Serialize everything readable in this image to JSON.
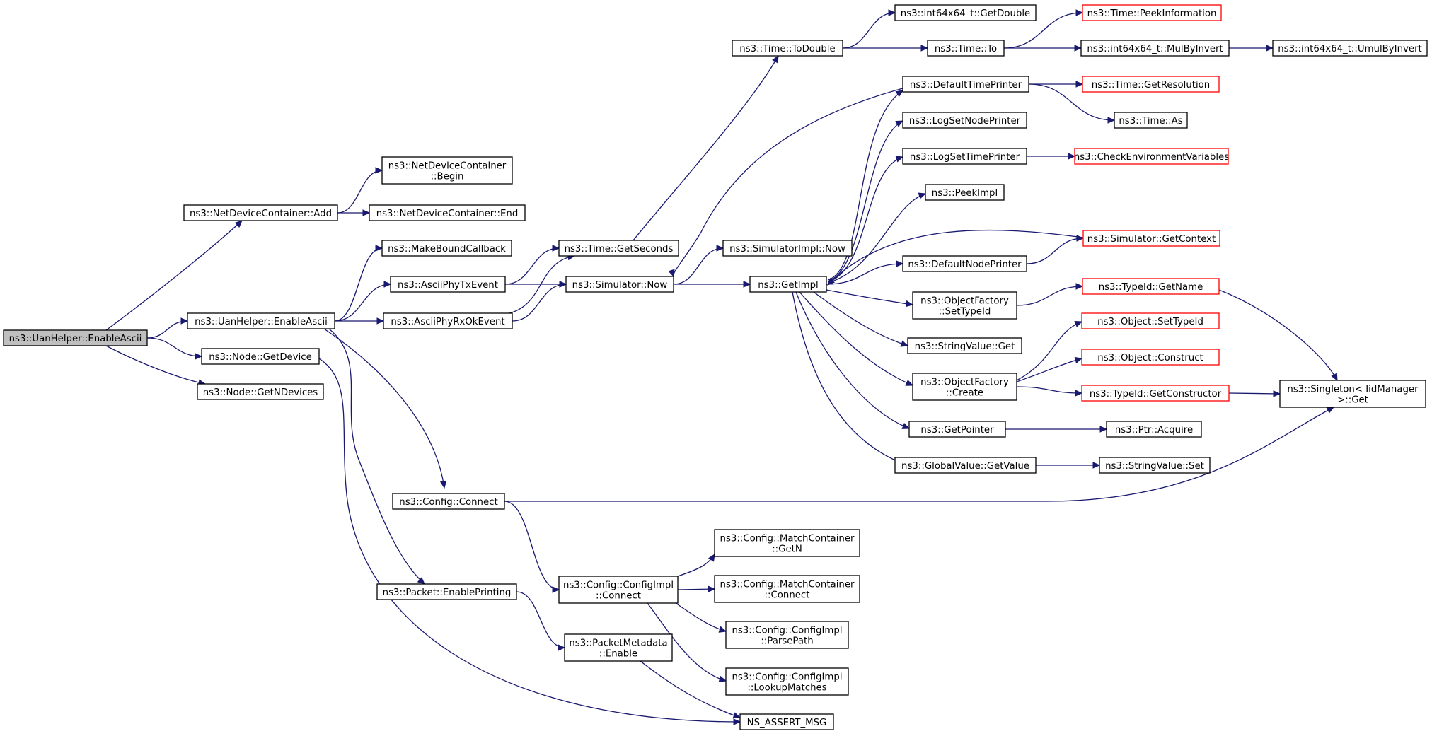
{
  "diagram": {
    "colors": {
      "edge": "#191970",
      "truncated_border": "#ff0000",
      "root_fill": "#bfbfbf",
      "node_border": "#000000"
    },
    "nodes": [
      {
        "id": "uanEnableAsciiRoot",
        "lines": [
          "ns3::UanHelper::EnableAscii"
        ],
        "root": true
      },
      {
        "id": "ndcAdd",
        "lines": [
          "ns3::NetDeviceContainer::Add"
        ]
      },
      {
        "id": "ndcBegin",
        "lines": [
          "ns3::NetDeviceContainer",
          "::Begin"
        ]
      },
      {
        "id": "ndcEnd",
        "lines": [
          "ns3::NetDeviceContainer::End"
        ]
      },
      {
        "id": "uanEnableAscii",
        "lines": [
          "ns3::UanHelper::EnableAscii"
        ]
      },
      {
        "id": "makeBound",
        "lines": [
          "ns3::MakeBoundCallback"
        ]
      },
      {
        "id": "asciiTx",
        "lines": [
          "ns3::AsciiPhyTxEvent"
        ]
      },
      {
        "id": "asciiRx",
        "lines": [
          "ns3::AsciiPhyRxOkEvent"
        ]
      },
      {
        "id": "getSeconds",
        "lines": [
          "ns3::Time::GetSeconds"
        ]
      },
      {
        "id": "simNow",
        "lines": [
          "ns3::Simulator::Now"
        ]
      },
      {
        "id": "toDouble",
        "lines": [
          "ns3::Time::ToDouble"
        ]
      },
      {
        "id": "getDouble",
        "lines": [
          "ns3::int64x64_t::GetDouble"
        ]
      },
      {
        "id": "timeTo",
        "lines": [
          "ns3::Time::To"
        ]
      },
      {
        "id": "peekInfo",
        "lines": [
          "ns3::Time::PeekInformation"
        ],
        "truncated": true
      },
      {
        "id": "mulByInvert",
        "lines": [
          "ns3::int64x64_t::MulByInvert"
        ]
      },
      {
        "id": "umulByInvert",
        "lines": [
          "ns3::int64x64_t::UmulByInvert"
        ]
      },
      {
        "id": "simImplNow",
        "lines": [
          "ns3::SimulatorImpl::Now"
        ]
      },
      {
        "id": "getImpl",
        "lines": [
          "ns3::GetImpl"
        ]
      },
      {
        "id": "defTimePrinter",
        "lines": [
          "ns3::DefaultTimePrinter"
        ]
      },
      {
        "id": "getResolution",
        "lines": [
          "ns3::Time::GetResolution"
        ],
        "truncated": true
      },
      {
        "id": "timeAs",
        "lines": [
          "ns3::Time::As"
        ]
      },
      {
        "id": "logNodePrinter",
        "lines": [
          "ns3::LogSetNodePrinter"
        ]
      },
      {
        "id": "logTimePrinter",
        "lines": [
          "ns3::LogSetTimePrinter"
        ]
      },
      {
        "id": "checkEnv",
        "lines": [
          "ns3::CheckEnvironmentVariables"
        ],
        "truncated": true
      },
      {
        "id": "peekImpl",
        "lines": [
          "ns3::PeekImpl"
        ]
      },
      {
        "id": "getContext",
        "lines": [
          "ns3::Simulator::GetContext"
        ],
        "truncated": true
      },
      {
        "id": "defNodePrinter",
        "lines": [
          "ns3::DefaultNodePrinter"
        ]
      },
      {
        "id": "ofSetTypeId",
        "lines": [
          "ns3::ObjectFactory",
          "::SetTypeId"
        ]
      },
      {
        "id": "typeIdGetName",
        "lines": [
          "ns3::TypeId::GetName"
        ],
        "truncated": true
      },
      {
        "id": "strValGet",
        "lines": [
          "ns3::StringValue::Get"
        ]
      },
      {
        "id": "objSetTypeId",
        "lines": [
          "ns3::Object::SetTypeId"
        ],
        "truncated": true
      },
      {
        "id": "objConstruct",
        "lines": [
          "ns3::Object::Construct"
        ],
        "truncated": true
      },
      {
        "id": "ofCreate",
        "lines": [
          "ns3::ObjectFactory",
          "::Create"
        ]
      },
      {
        "id": "getConstructor",
        "lines": [
          "ns3::TypeId::GetConstructor"
        ],
        "truncated": true
      },
      {
        "id": "singletonGet",
        "lines": [
          "ns3::Singleton< IidManager",
          " >::Get"
        ]
      },
      {
        "id": "getPointer",
        "lines": [
          "ns3::GetPointer"
        ]
      },
      {
        "id": "ptrAcquire",
        "lines": [
          "ns3::Ptr::Acquire"
        ]
      },
      {
        "id": "gvGetValue",
        "lines": [
          "ns3::GlobalValue::GetValue"
        ]
      },
      {
        "id": "strValSet",
        "lines": [
          "ns3::StringValue::Set"
        ]
      },
      {
        "id": "nodeGetDevice",
        "lines": [
          "ns3::Node::GetDevice"
        ]
      },
      {
        "id": "nodeGetN",
        "lines": [
          "ns3::Node::GetNDevices"
        ]
      },
      {
        "id": "configConnect",
        "lines": [
          "ns3::Config::Connect"
        ]
      },
      {
        "id": "cfgImplConnect",
        "lines": [
          "ns3::Config::ConfigImpl",
          "::Connect"
        ]
      },
      {
        "id": "mcGetN",
        "lines": [
          "ns3::Config::MatchContainer",
          "::GetN"
        ]
      },
      {
        "id": "mcConnect",
        "lines": [
          "ns3::Config::MatchContainer",
          "::Connect"
        ]
      },
      {
        "id": "parsePath",
        "lines": [
          "ns3::Config::ConfigImpl",
          "::ParsePath"
        ]
      },
      {
        "id": "lookupMatches",
        "lines": [
          "ns3::Config::ConfigImpl",
          "::LookupMatches"
        ]
      },
      {
        "id": "pktEnablePrint",
        "lines": [
          "ns3::Packet::EnablePrinting"
        ]
      },
      {
        "id": "pmEnable",
        "lines": [
          "ns3::PacketMetadata",
          "::Enable"
        ]
      },
      {
        "id": "nsAssert",
        "lines": [
          "NS_ASSERT_MSG"
        ]
      }
    ],
    "edges": [
      [
        "uanEnableAsciiRoot",
        "ndcAdd"
      ],
      [
        "uanEnableAsciiRoot",
        "uanEnableAscii"
      ],
      [
        "uanEnableAsciiRoot",
        "nodeGetDevice"
      ],
      [
        "uanEnableAsciiRoot",
        "nodeGetN"
      ],
      [
        "ndcAdd",
        "ndcBegin"
      ],
      [
        "ndcAdd",
        "ndcEnd"
      ],
      [
        "uanEnableAscii",
        "makeBound"
      ],
      [
        "uanEnableAscii",
        "asciiTx"
      ],
      [
        "uanEnableAscii",
        "asciiRx"
      ],
      [
        "uanEnableAscii",
        "configConnect"
      ],
      [
        "uanEnableAscii",
        "pktEnablePrint"
      ],
      [
        "asciiTx",
        "getSeconds"
      ],
      [
        "asciiTx",
        "simNow"
      ],
      [
        "asciiRx",
        "getSeconds"
      ],
      [
        "asciiRx",
        "simNow"
      ],
      [
        "getSeconds",
        "toDouble"
      ],
      [
        "toDouble",
        "getDouble"
      ],
      [
        "toDouble",
        "timeTo"
      ],
      [
        "timeTo",
        "peekInfo"
      ],
      [
        "timeTo",
        "mulByInvert"
      ],
      [
        "mulByInvert",
        "umulByInvert"
      ],
      [
        "simNow",
        "simImplNow"
      ],
      [
        "simNow",
        "getImpl"
      ],
      [
        "defTimePrinter",
        "simNow"
      ],
      [
        "defTimePrinter",
        "getResolution"
      ],
      [
        "defTimePrinter",
        "timeAs"
      ],
      [
        "getImpl",
        "defTimePrinter"
      ],
      [
        "getImpl",
        "logNodePrinter"
      ],
      [
        "getImpl",
        "logTimePrinter"
      ],
      [
        "logTimePrinter",
        "checkEnv"
      ],
      [
        "getImpl",
        "peekImpl"
      ],
      [
        "getContext",
        "getImpl"
      ],
      [
        "getImpl",
        "defNodePrinter"
      ],
      [
        "defNodePrinter",
        "getContext"
      ],
      [
        "getImpl",
        "ofSetTypeId"
      ],
      [
        "ofSetTypeId",
        "typeIdGetName"
      ],
      [
        "typeIdGetName",
        "singletonGet"
      ],
      [
        "getImpl",
        "strValGet"
      ],
      [
        "getImpl",
        "ofCreate"
      ],
      [
        "ofCreate",
        "objSetTypeId"
      ],
      [
        "ofCreate",
        "objConstruct"
      ],
      [
        "ofCreate",
        "getConstructor"
      ],
      [
        "getConstructor",
        "singletonGet"
      ],
      [
        "getImpl",
        "getPointer"
      ],
      [
        "getPointer",
        "ptrAcquire"
      ],
      [
        "getImpl",
        "gvGetValue"
      ],
      [
        "gvGetValue",
        "strValSet"
      ],
      [
        "nodeGetDevice",
        "nsAssert"
      ],
      [
        "configConnect",
        "singletonGet"
      ],
      [
        "configConnect",
        "cfgImplConnect"
      ],
      [
        "cfgImplConnect",
        "mcGetN"
      ],
      [
        "cfgImplConnect",
        "mcConnect"
      ],
      [
        "cfgImplConnect",
        "parsePath"
      ],
      [
        "cfgImplConnect",
        "lookupMatches"
      ],
      [
        "pktEnablePrint",
        "pmEnable"
      ],
      [
        "pmEnable",
        "nsAssert"
      ]
    ]
  }
}
